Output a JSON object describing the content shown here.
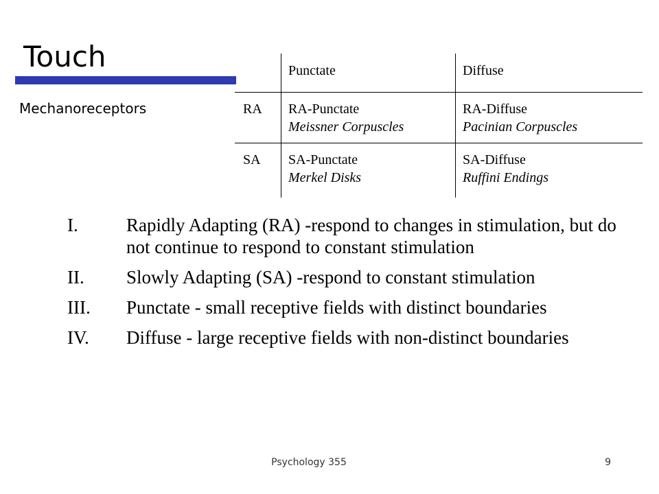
{
  "slide": {
    "title": "Touch",
    "subtitle": "Mechanoreceptors",
    "accent_color": "#2d3ab0"
  },
  "table": {
    "headers": [
      "",
      "Punctate",
      "Diffuse"
    ],
    "rows": [
      {
        "label": "RA",
        "punctate": {
          "name": "RA-Punctate",
          "receptor": "Meissner Corpuscles"
        },
        "diffuse": {
          "name": "RA-Diffuse",
          "receptor": "Pacinian Corpuscles"
        }
      },
      {
        "label": "SA",
        "punctate": {
          "name": "SA-Punctate",
          "receptor": "Merkel Disks"
        },
        "diffuse": {
          "name": "SA-Diffuse",
          "receptor": "Ruffini Endings"
        }
      }
    ]
  },
  "points": [
    {
      "num": "I.",
      "text": "Rapidly Adapting (RA) -respond to changes in stimulation, but do not continue to respond to constant stimulation"
    },
    {
      "num": "II.",
      "text": "Slowly Adapting (SA) -respond to constant stimulation"
    },
    {
      "num": "III.",
      "text": "Punctate - small receptive fields with distinct boundaries"
    },
    {
      "num": "IV.",
      "text": "Diffuse - large receptive fields with non-distinct boundaries"
    }
  ],
  "footer": {
    "course": "Psychology 355",
    "page": "9"
  }
}
